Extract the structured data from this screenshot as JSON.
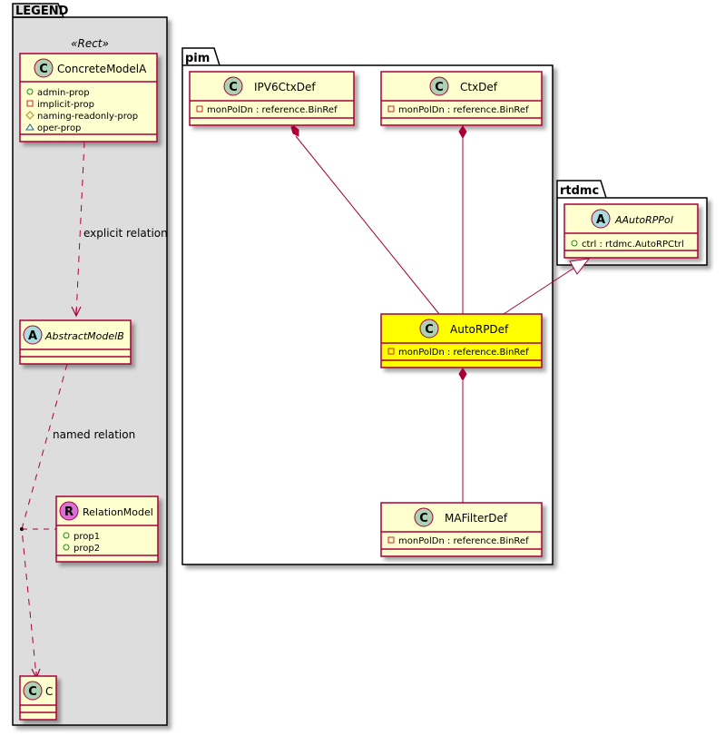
{
  "packages": {
    "legend": {
      "name": "LEGEND",
      "stereotype": "«Rect»"
    },
    "pim": {
      "name": "pim"
    },
    "rtdmc": {
      "name": "rtdmc"
    }
  },
  "classes": {
    "concrete_model_a": {
      "kind": "C",
      "name": "ConcreteModelA",
      "attributes": [
        {
          "visibility": "public",
          "icon": "circle-icon",
          "text": "admin-prop"
        },
        {
          "visibility": "private",
          "icon": "square-icon",
          "text": "implicit-prop"
        },
        {
          "visibility": "protected",
          "icon": "diamond-icon",
          "text": "naming-readonly-prop"
        },
        {
          "visibility": "package",
          "icon": "triangle-icon",
          "text": "oper-prop"
        }
      ]
    },
    "abstract_model_b": {
      "kind": "A",
      "name": "AbstractModelB",
      "attributes": []
    },
    "relation_model": {
      "kind": "R",
      "name": "RelationModel",
      "attributes": [
        {
          "visibility": "public",
          "icon": "circle-icon",
          "text": "prop1"
        },
        {
          "visibility": "public",
          "icon": "circle-icon",
          "text": "prop2"
        }
      ]
    },
    "c": {
      "kind": "C",
      "name": "C",
      "attributes": []
    },
    "ipv6_ctx_def": {
      "kind": "C",
      "name": "IPV6CtxDef",
      "attributes": [
        {
          "visibility": "private",
          "icon": "square-icon",
          "text": "monPolDn : reference.BinRef"
        }
      ]
    },
    "ctx_def": {
      "kind": "C",
      "name": "CtxDef",
      "attributes": [
        {
          "visibility": "private",
          "icon": "square-icon",
          "text": "monPolDn : reference.BinRef"
        }
      ]
    },
    "auto_rp_def": {
      "kind": "C",
      "name": "AutoRPDef",
      "highlighted": true,
      "attributes": [
        {
          "visibility": "private",
          "icon": "square-icon",
          "text": "monPolDn : reference.BinRef"
        }
      ]
    },
    "ma_filter_def": {
      "kind": "C",
      "name": "MAFilterDef",
      "attributes": [
        {
          "visibility": "private",
          "icon": "square-icon",
          "text": "monPolDn : reference.BinRef"
        }
      ]
    },
    "a_auto_rp_pol": {
      "kind": "A",
      "name": "AAutoRPPol",
      "attributes": [
        {
          "visibility": "public",
          "icon": "circle-icon",
          "text": "ctrl : rtdmc.AutoRPCtrl"
        }
      ]
    }
  },
  "relations": {
    "explicit": {
      "label": "explicit relation",
      "from": "ConcreteModelA",
      "to": "AbstractModelB",
      "type": "dependency"
    },
    "named": {
      "label": "named relation",
      "from": "AbstractModelB",
      "to": "C",
      "type": "dependency",
      "association_class": "RelationModel"
    },
    "ipv6_composition": {
      "from": "IPV6CtxDef",
      "to": "AutoRPDef",
      "type": "composition"
    },
    "ctx_composition": {
      "from": "CtxDef",
      "to": "AutoRPDef",
      "type": "composition"
    },
    "generalization": {
      "from": "AutoRPDef",
      "to": "AAutoRPPol",
      "type": "generalization"
    },
    "mafilter_composition": {
      "from": "AutoRPDef",
      "to": "MAFilterDef",
      "type": "composition"
    }
  },
  "colors": {
    "class_fill": "#FEFECE",
    "class_border": "#A80036",
    "highlight_fill": "#FFFF00",
    "legend_fill": "#DDDDDD",
    "class_glyph": "#ADD1B2",
    "abstract_glyph": "#A9DCDF",
    "relation_glyph": "#DA70D6",
    "public": "#228B22",
    "private": "#C82930",
    "protected": "#B38D22",
    "package": "#1963A0"
  }
}
